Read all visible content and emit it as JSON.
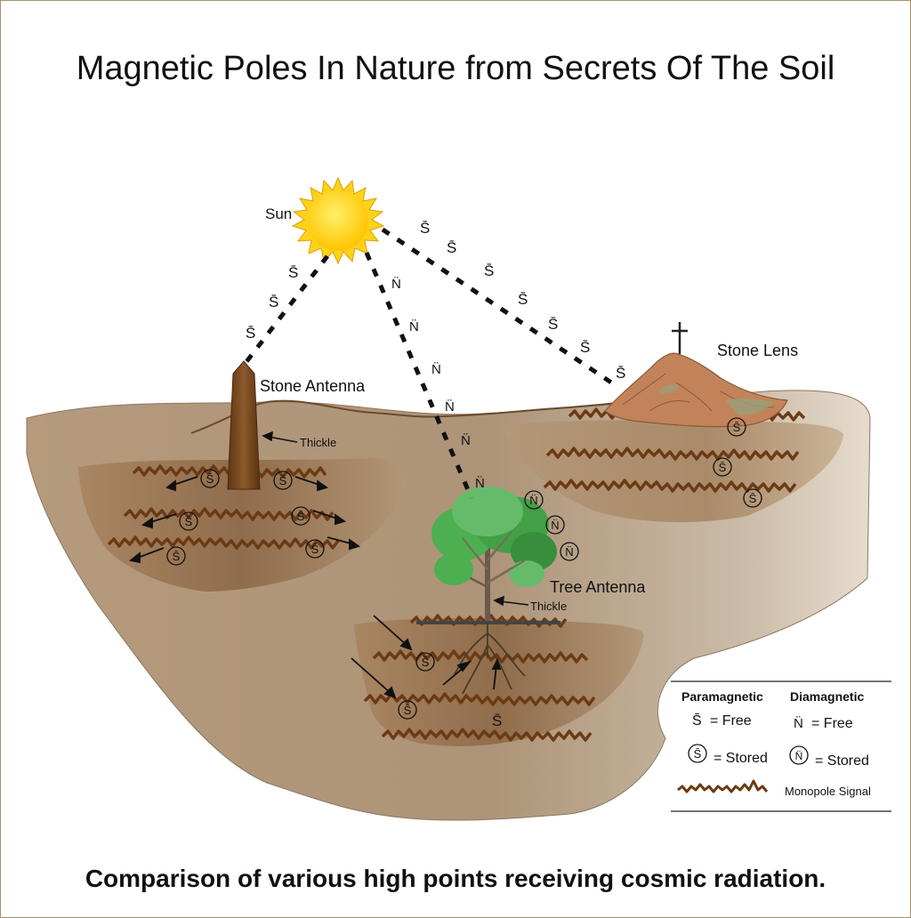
{
  "title": "Magnetic Poles In Nature from Secrets Of The Soil",
  "caption": "Comparison of various high points receiving cosmic radiation.",
  "labels": {
    "sun": "Sun",
    "stone_antenna": "Stone Antenna",
    "stone_lens": "Stone Lens",
    "tree_antenna": "Tree Antenna",
    "thickle_stone": "Thickle",
    "thickle_tree": "Thickle"
  },
  "symbols": {
    "s_free": "S̄",
    "n_free": "N̈",
    "s_stored": "S̄",
    "n_stored": "N̈"
  },
  "legend": {
    "paramagnetic_header": "Paramagnetic",
    "diamagnetic_header": "Diamagnetic",
    "free_text": "= Free",
    "stored_text": "= Stored",
    "monopole_signal": "Monopole Signal"
  },
  "colors": {
    "soil_light": "#c9b49a",
    "soil_mid": "#a98a6a",
    "soil_dark": "#8a6a4a",
    "signal": "#6b3a14",
    "obelisk": "#7a4a22",
    "sun": "#ffd21a",
    "tree": "#4caf50",
    "trunk": "#6b5a4a"
  }
}
